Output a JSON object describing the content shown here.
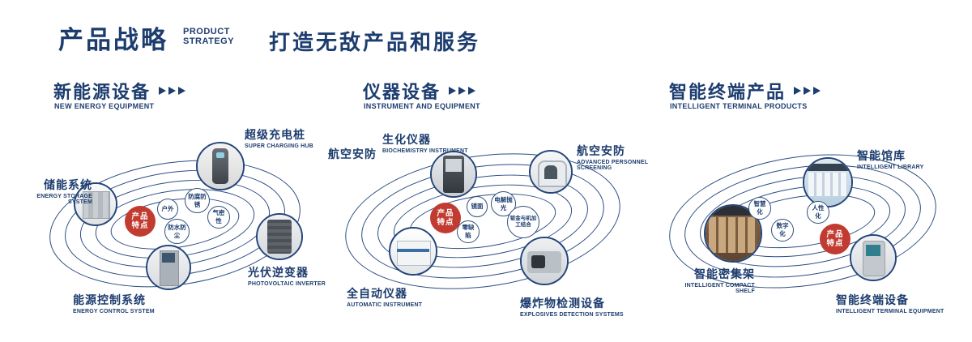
{
  "header": {
    "title": "产品战略",
    "subtitle_line1": "PRODUCT",
    "subtitle_line2": "STRATEGY",
    "tagline": "打造无敌产品和服务"
  },
  "colors": {
    "navy": "#1d3d6f",
    "badge_red": "#c23b31"
  },
  "sections": {
    "energy": {
      "title": "新能源设备",
      "subtitle": "NEW ENERGY EQUIPMENT",
      "badge": "产品特点",
      "features": [
        "户外",
        "防腐防锈",
        "气密性",
        "防水防尘"
      ],
      "items": [
        {
          "label": "超级充电桩",
          "sublabel": "SUPER CHARGING HUB"
        },
        {
          "label": "储能系统",
          "sublabel": "ENERGY STORAGE SYSTEM"
        },
        {
          "label": "光伏逆变器",
          "sublabel": "PHOTOVOLTAIC INVERTER"
        },
        {
          "label": "能源控制系统",
          "sublabel": "ENERGY CONTROL SYSTEM"
        }
      ]
    },
    "instruments": {
      "title": "仪器设备",
      "subtitle": "INSTRUMENT AND EQUIPMENT",
      "badge": "产品特点",
      "aviation_label": "航空安防",
      "features": [
        "镜面",
        "电解抛光",
        "零缺陷",
        "钣金与机加工结合"
      ],
      "items": [
        {
          "label": "生化仪器",
          "sublabel": "BIOCHEMISTRY INSTRUMENT"
        },
        {
          "label": "航空安防",
          "sublabel": "ADVANCED PERSONNEL SCREENING"
        },
        {
          "label": "全自动仪器",
          "sublabel": "AUTOMATIC INSTRUMENT"
        },
        {
          "label": "爆炸物检测设备",
          "sublabel": "EXPLOSIVES DETECTION SYSTEMS"
        }
      ]
    },
    "terminal": {
      "title": "智能终端产品",
      "subtitle": "INTELLIGENT TERMINAL PRODUCTS",
      "badge": "产品特点",
      "features": [
        "智慧化",
        "人性化",
        "数字化"
      ],
      "items": [
        {
          "label": "智能馆库",
          "sublabel": "INTELLIGENT LIBRARY"
        },
        {
          "label": "智能密集架",
          "sublabel": "INTELLIGENT COMPACT SHELF"
        },
        {
          "label": "智能终端设备",
          "sublabel": "INTELLIGENT TERMINAL EQUIPMENT"
        }
      ]
    }
  }
}
